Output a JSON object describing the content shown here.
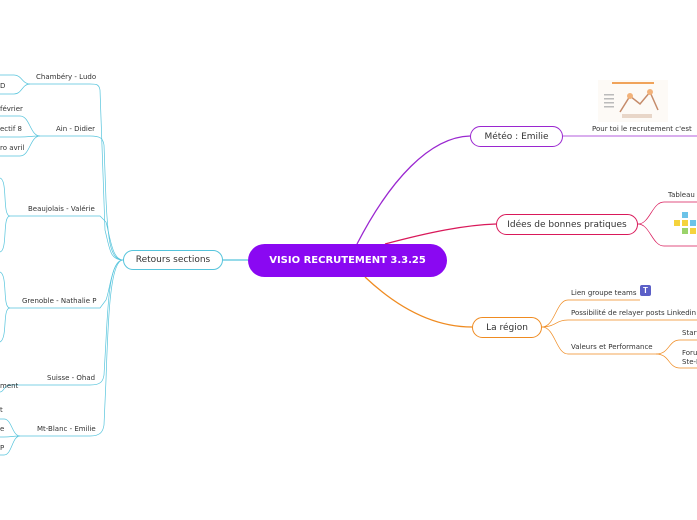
{
  "central": {
    "title": "VISIO RECRUTEMENT 3.3.25"
  },
  "right": {
    "meteo": {
      "label": "Météo  : Emilie",
      "child": "Pour toi le recrutement c'est"
    },
    "idees": {
      "label": "Idées de bonnes pratiques",
      "child": "Tableau c"
    },
    "region": {
      "label": "La région",
      "children": [
        "Lien groupe teams",
        "Possibilité de relayer posts Linkedin",
        "Valeurs et Performance"
      ],
      "sub": [
        "Start",
        "Forum",
        "Ste-F"
      ]
    }
  },
  "left": {
    "retours": {
      "label": "Retours sections",
      "sections": [
        "Chambéry - Ludo",
        "Ain - Didier",
        "Beaujolais - Valérie",
        "Grenoble - Nathalie P",
        "Suisse - Ohad",
        "Mt-Blanc - Emilie"
      ],
      "fragments": [
        "D",
        "février",
        "ectif 8",
        "ro avril",
        "ment",
        "t",
        "e",
        "P"
      ]
    }
  },
  "colors": {
    "central": "#8a08f2",
    "meteo": "#9a27d0",
    "idees": "#d9195a",
    "region": "#ef8b21",
    "retours": "#56c4dc",
    "teams": "#5b5fc7"
  },
  "icons": [
    "teams-icon",
    "infographic-thumbnail",
    "sticky-notes-thumbnail"
  ]
}
